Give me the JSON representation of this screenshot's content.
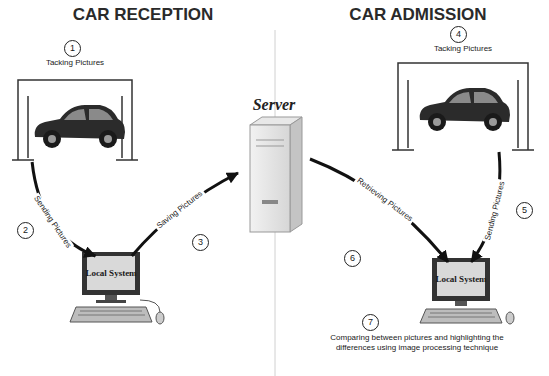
{
  "diagram": {
    "nodes": [
      {
        "text": [
          "Tacking Pictures"
        ]
      },
      {
        "text": [
          "Local System"
        ]
      },
      {
        "text": [
          "Server"
        ]
      },
      {
        "text": [
          "Tacking Pictures"
        ]
      },
      {
        "text": [
          "Local System"
        ]
      }
    ],
    "edges": [
      {
        "from": 0,
        "to": 1,
        "label": "Sending Pictures",
        "arrow": "to"
      },
      {
        "from": 1,
        "to": 2,
        "label": "Saving Pictures",
        "arrow": "to"
      },
      {
        "from": 2,
        "to": 4,
        "label": "Retrieving Pictures",
        "arrow": "to"
      },
      {
        "from": 3,
        "to": 4,
        "label": "Sending Pictures",
        "arrow": "to"
      }
    ],
    "labels": [
      "CAR RECEPTION",
      "CAR ADMISSION",
      "1",
      "2",
      "3",
      "4",
      "5",
      "6",
      "7",
      "Comparing between pictures and highlighting the differences using image processing technique"
    ]
  }
}
